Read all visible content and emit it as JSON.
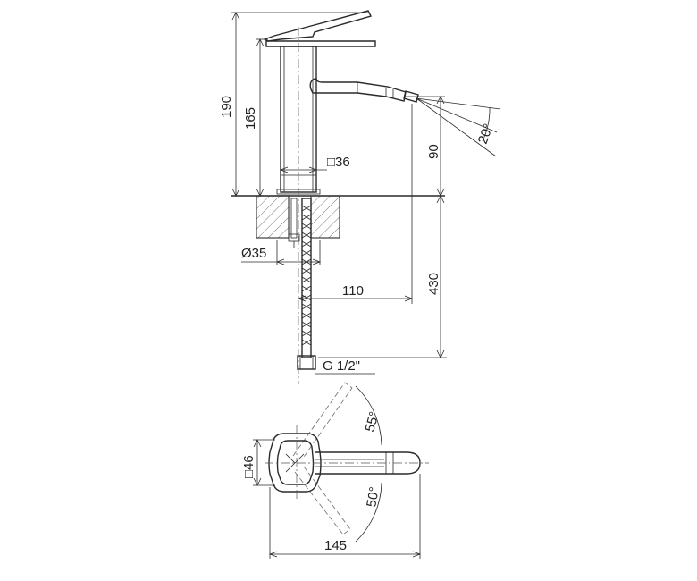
{
  "dimensions": {
    "overall_height": "190",
    "spout_height": "165",
    "body_square": "□36",
    "outlet_height": "90",
    "spray_angle": "20°",
    "base_diameter": "Ø35",
    "reach": "110",
    "hose_length": "430",
    "connection": "G 1/2\"",
    "plan_square": "□46",
    "swivel_left": "55°",
    "swivel_right": "50°",
    "plan_length": "145"
  }
}
